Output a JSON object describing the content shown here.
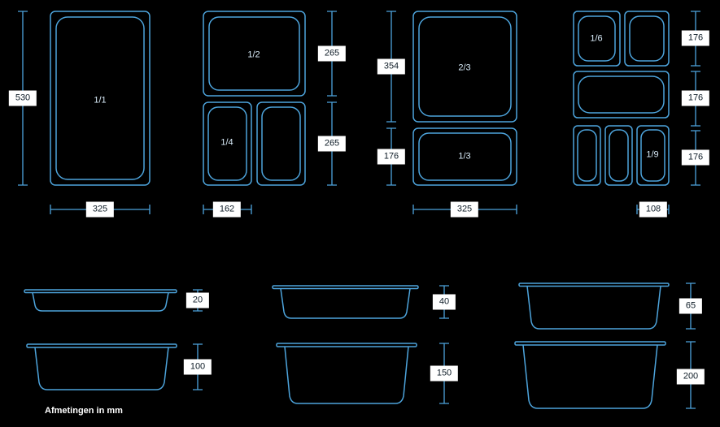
{
  "colors": {
    "background": "#000000",
    "line": "#4da4dc",
    "dim_label_bg": "#ffffff",
    "dim_label_text": "#0d1b26",
    "pan_label_text": "#d9ecfa"
  },
  "top_views": [
    {
      "pans": [
        {
          "label": "1/1"
        }
      ],
      "dims": {
        "height": "530",
        "width": "325"
      }
    },
    {
      "pans": [
        {
          "label": "1/2"
        },
        {
          "label": "1/4"
        }
      ],
      "dims": {
        "height_top": "265",
        "height_bottom": "265",
        "width": "162"
      }
    },
    {
      "pans": [
        {
          "label": "2/3"
        },
        {
          "label": "1/3"
        }
      ],
      "dims": {
        "height_top": "354",
        "height_bottom": "176",
        "width": "325"
      }
    },
    {
      "pans": [
        {
          "label": "1/6"
        },
        {
          "label": "1/9"
        }
      ],
      "dims": {
        "height_1": "176",
        "height_2": "176",
        "height_3": "176",
        "width": "108"
      }
    }
  ],
  "side_views": [
    {
      "depth": "20"
    },
    {
      "depth": "40"
    },
    {
      "depth": "65"
    },
    {
      "depth": "100"
    },
    {
      "depth": "150"
    },
    {
      "depth": "200"
    }
  ],
  "footer": {
    "note": "Afmetingen in mm"
  }
}
